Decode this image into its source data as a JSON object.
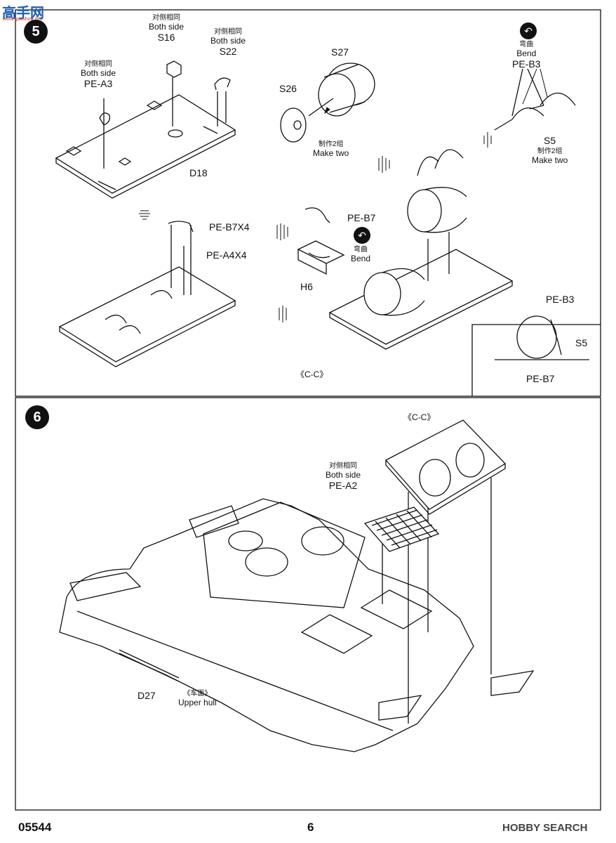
{
  "watermark": {
    "site_name": "高手网",
    "site_url": "www.gaoshou.net"
  },
  "step5": {
    "number": "5",
    "pe_a3": {
      "zh": "对侧相同",
      "en": "Both side",
      "part": "PE-A3"
    },
    "s16": {
      "zh": "对侧相同",
      "en": "Both side",
      "part": "S16"
    },
    "s22": {
      "zh": "对侧相同",
      "en": "Both side",
      "part": "S22"
    },
    "d18": "D18",
    "s27": "S27",
    "s26": "S26",
    "make_two_a": {
      "zh": "制作2组",
      "en": "Make two"
    },
    "pe_b3": {
      "zh": "弯曲",
      "en": "Bend",
      "part": "PE-B3"
    },
    "s5": "S5",
    "make_two_b": {
      "zh": "制作2组",
      "en": "Make two"
    },
    "pe_b7x4": "PE-B7X4",
    "pe_a4x4": "PE-A4X4",
    "pe_b7": "PE-B7",
    "bend_b7": {
      "zh": "弯曲",
      "en": "Bend"
    },
    "h6": "H6",
    "cc": "《C-C》",
    "detail": {
      "pe_b3": "PE-B3",
      "s5": "S5",
      "pe_b7": "PE-B7"
    }
  },
  "step6": {
    "number": "6",
    "cc": "《C-C》",
    "pe_a2": {
      "zh": "对侧相同",
      "en": "Both side",
      "part": "PE-A2"
    },
    "d27": "D27",
    "upper_hull": {
      "zh": "《车面》",
      "en": "Upper hull"
    }
  },
  "footer": {
    "code": "05544",
    "page": "6",
    "brand": "HOBBY SEARCH"
  },
  "colors": {
    "ink": "#111111",
    "watermark_blue": "#1f5fb4",
    "watermark_red": "#c0392b"
  }
}
